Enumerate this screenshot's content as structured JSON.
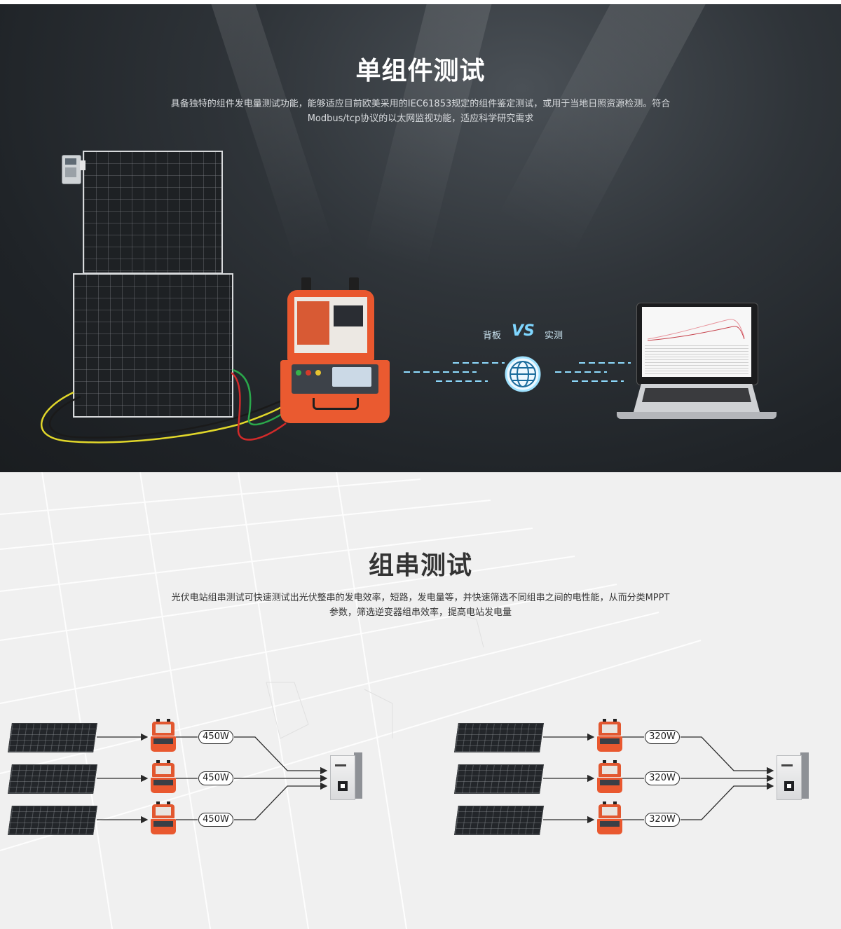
{
  "single_module": {
    "title": "单组件测试",
    "description_line1": "具备独特的组件发电量测试功能，能够适应目前欧美采用的IEC61853规定的组件鉴定测试，或用于当地日照资源检测。符合",
    "description_line2": "Modbus/tcp协议的以太网监视功能，适应科学研究需求",
    "compare_left": "背板",
    "compare_vs": "VS",
    "compare_right": "实测",
    "accent_color": "#7fd6ff"
  },
  "string_test": {
    "title": "组串测试",
    "description_line1": "光伏电站组串测试可快速测试出光伏整串的发电效率，短路，发电量等，并快速筛选不同组串之间的电性能，从而分类MPPT",
    "description_line2": "参数，筛选逆变器组串效率，提高电站发电量",
    "left_group": {
      "labels": [
        "450W",
        "450W",
        "450W"
      ]
    },
    "right_group": {
      "labels": [
        "320W",
        "320W",
        "320W"
      ]
    }
  },
  "icons": [
    "globe-icon",
    "solar-panel-icon",
    "tester-icon",
    "laptop-icon",
    "inverter-icon",
    "arrow-icon"
  ]
}
